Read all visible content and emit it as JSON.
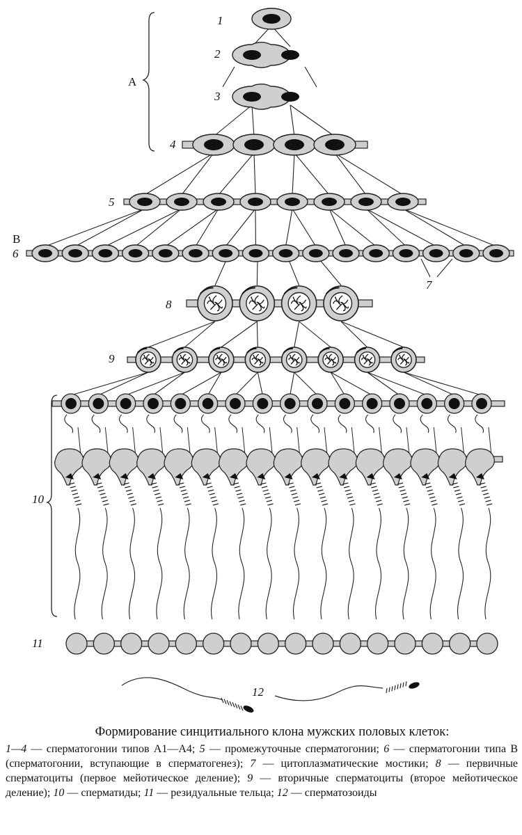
{
  "figure": {
    "stage_labels": [
      "1",
      "2",
      "3",
      "4",
      "5",
      "6",
      "7",
      "8",
      "9",
      "10",
      "11",
      "12"
    ],
    "group_labels": {
      "a": "A",
      "b": "B"
    }
  },
  "caption": {
    "title": "Формирование синцитиального клона мужских половых клеток:",
    "entries": [
      {
        "num": "1—4",
        "text": " — сперматогонии типов A1—A4; "
      },
      {
        "num": "5",
        "text": " — промежуточные сперматогонии; "
      },
      {
        "num": "6",
        "text": " — сперматогонии типа B (сперматогонии, вступающие в сперматогенез); "
      },
      {
        "num": "7",
        "text": " — цитоплазматические мостики; "
      },
      {
        "num": "8",
        "text": " — первичные сперматоциты (первое мейотическое деление); "
      },
      {
        "num": "9",
        "text": " — вторичные сперматоциты (второе мейотическое деление); "
      },
      {
        "num": "10",
        "text": " — сперматиды; "
      },
      {
        "num": "11",
        "text": " — резидуальные тельца; "
      },
      {
        "num": "12",
        "text": " — сперматозоиды"
      }
    ]
  },
  "colors": {
    "cell_fill": "#cfcfcf",
    "nucleus": "#111111",
    "line": "#222222",
    "background": "#ffffff"
  }
}
